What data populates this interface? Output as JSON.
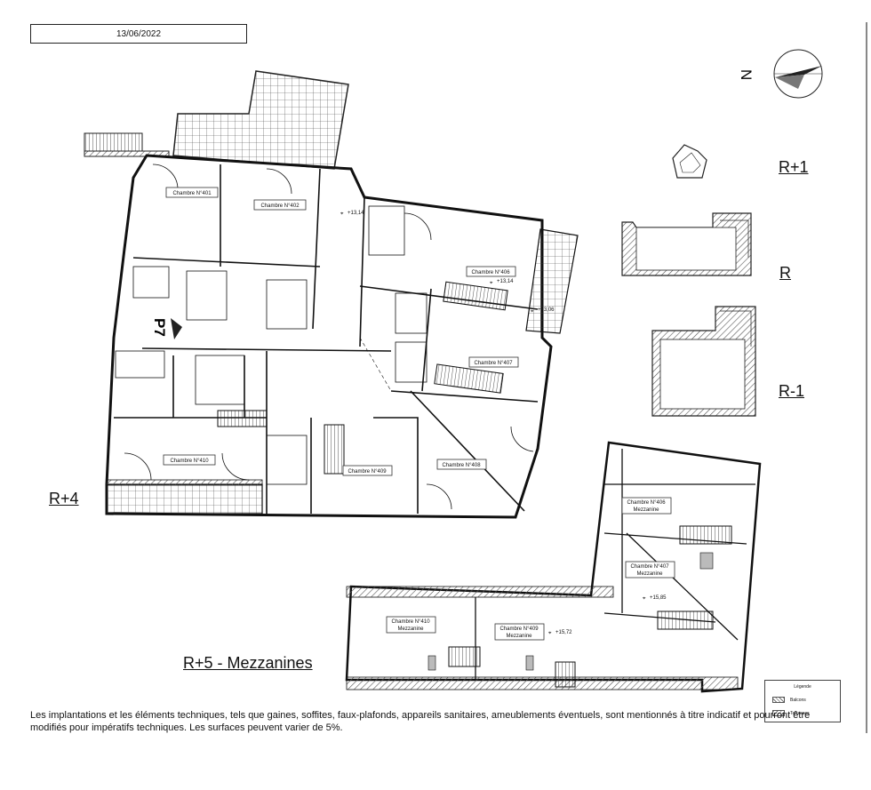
{
  "header": {
    "date": "13/06/2022"
  },
  "north_label": "N",
  "levels": {
    "r_plus_1": "R+1",
    "r": "R",
    "r_minus_1": "R-1",
    "r_plus_4": "R+4",
    "r_plus_5": "R+5 - Mezzanines"
  },
  "parking_code": "P7",
  "rooms": {
    "c401": "Chambre N°401",
    "c402": "Chambre N°402",
    "c406": "Chambre N°406",
    "c407": "Chambre N°407",
    "c408": "Chambre N°408",
    "c409": "Chambre N°409",
    "c410": "Chambre N°410",
    "m406a": "Chambre N°406",
    "m406b": "Mezzanine",
    "m407a": "Chambre N°407",
    "m407b": "Mezzanine",
    "m409a": "Chambre N°409",
    "m409b": "Mezzanine",
    "m410a": "Chambre N°410",
    "m410b": "Mezzanine"
  },
  "elevations": {
    "e1": "+13,14",
    "e2": "+13,14",
    "e3": "+13,06",
    "e4": "+15,85",
    "e5": "+15,72"
  },
  "legend": {
    "title": "Légende",
    "balcons": "Balcons",
    "terrasses": "Terrasses"
  },
  "disclaimer": "Les implantations et les éléments techniques, tels que gaines, soffites, faux-plafonds, appareils sanitaires, ameublements éventuels, sont mentionnés à titre indicatif et pourront être modifiés pour impératifs techniques. Les surfaces peuvent varier de 5%."
}
